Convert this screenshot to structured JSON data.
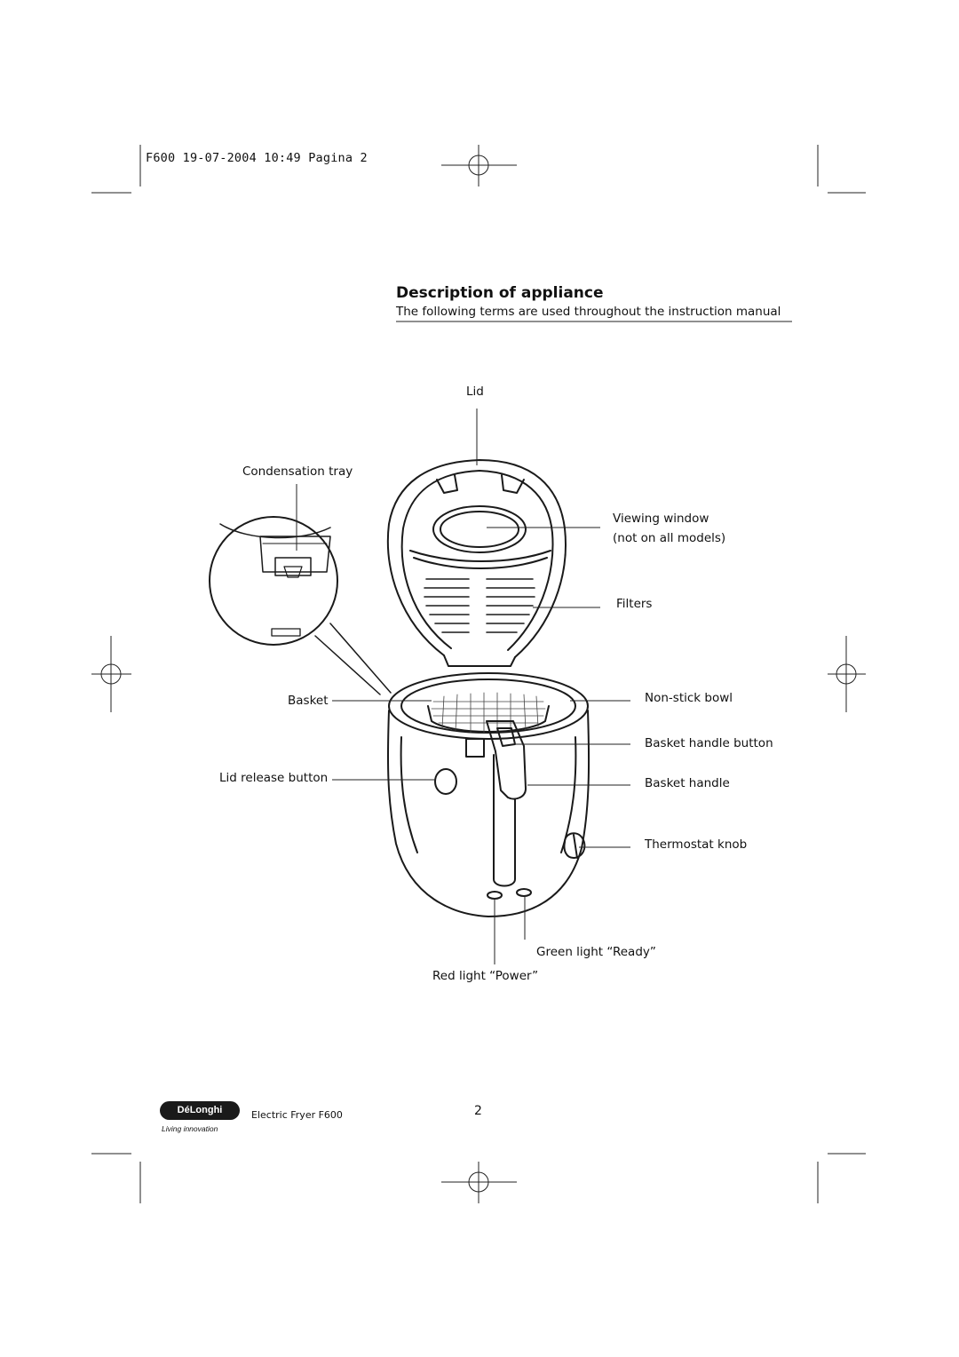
{
  "print_slug": "F600  19-07-2004  10:49  Pagina 2",
  "heading": {
    "title": "Description of appliance",
    "subtitle": "The following terms are used throughout the instruction manual"
  },
  "parts": {
    "lid": "Lid",
    "condensation_tray": "Condensation tray",
    "viewing_window": "Viewing window",
    "viewing_window_note": "(not on all models)",
    "filters": "Filters",
    "basket": "Basket",
    "non_stick_bowl": "Non-stick bowl",
    "basket_handle_button": "Basket handle button",
    "lid_release_button": "Lid release button",
    "basket_handle": "Basket handle",
    "thermostat_knob": "Thermostat knob",
    "green_light": "Green light “Ready”",
    "red_light": "Red light “Power”"
  },
  "footer": {
    "brand": "DéLonghi",
    "tagline": "Living innovation",
    "product_prefix": "Electric Fryer",
    "product_model": "F600",
    "page_number": "2"
  },
  "icons": [
    "crop-mark-icon",
    "registration-mark-icon",
    "fryer-illustration"
  ]
}
